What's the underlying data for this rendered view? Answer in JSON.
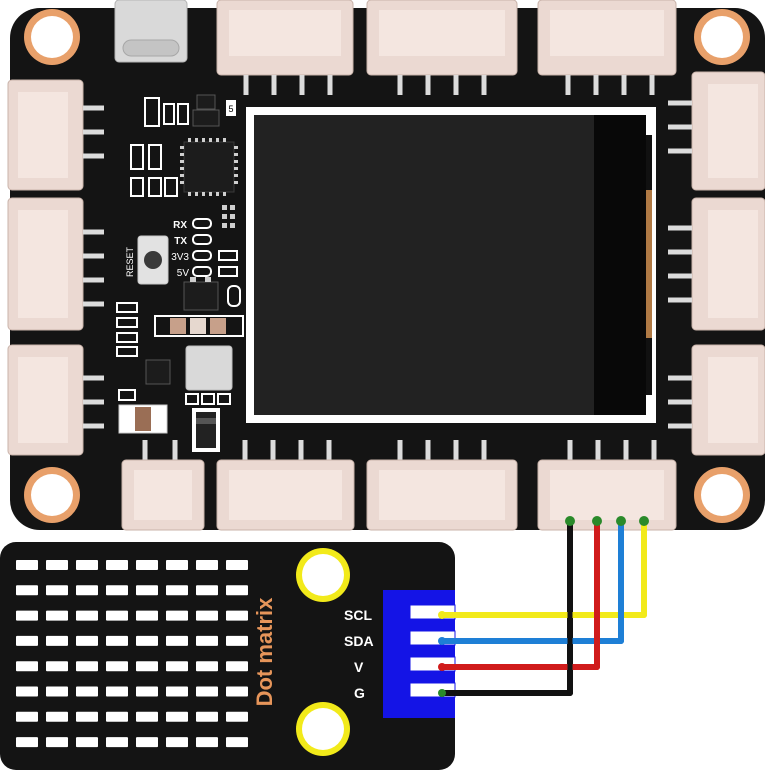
{
  "main_board": {
    "labels": {
      "rx": "RX",
      "tx": "TX",
      "v3": "3V3",
      "v5": "5V",
      "reset": "RESET",
      "reg_mark": "5"
    }
  },
  "module": {
    "title": "Dot matrix",
    "pins": [
      "SCL",
      "SDA",
      "V",
      "G"
    ]
  },
  "wires": [
    {
      "signal": "SCL",
      "color": "#f2ea1a"
    },
    {
      "signal": "SDA",
      "color": "#1e7fd6"
    },
    {
      "signal": "V",
      "color": "#d01b1b"
    },
    {
      "signal": "G",
      "color": "#111111"
    }
  ],
  "colors": {
    "pcb": "#141414",
    "connector": "#ebd9d2",
    "mount_hole_ring": "#e8a06a",
    "display_frame": "#ffffff",
    "module_connector": "#1414e6",
    "title_text": "#e6955a"
  }
}
